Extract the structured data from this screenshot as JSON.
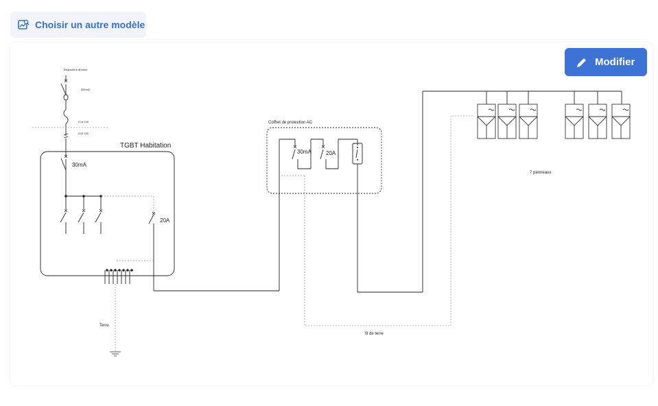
{
  "header": {
    "choose_model_label": "Choisir un autre modèle"
  },
  "toolbar": {
    "edit_label": "Modifier"
  },
  "diagram": {
    "disjoncteur_label": "Disjoncteur abonné",
    "disj_rating": "500mA",
    "c14": "C14 100",
    "c15": "C15 100",
    "tgbt_title": "TGBT Habitation",
    "rcd_main": "30mA",
    "breaker_pv": "20A",
    "coffret_title": "Coffret de protection AC",
    "coffret_rcd": "30mA",
    "coffret_breaker": "20A",
    "earth_label": "Terre",
    "earth_wire_label": "fil de terre",
    "panels_label": "7 panneaux"
  },
  "colors": {
    "accent": "#3d73d4",
    "accent_text": "#3a6fc9",
    "line": "#222222",
    "dashed": "#9a9a9a"
  }
}
